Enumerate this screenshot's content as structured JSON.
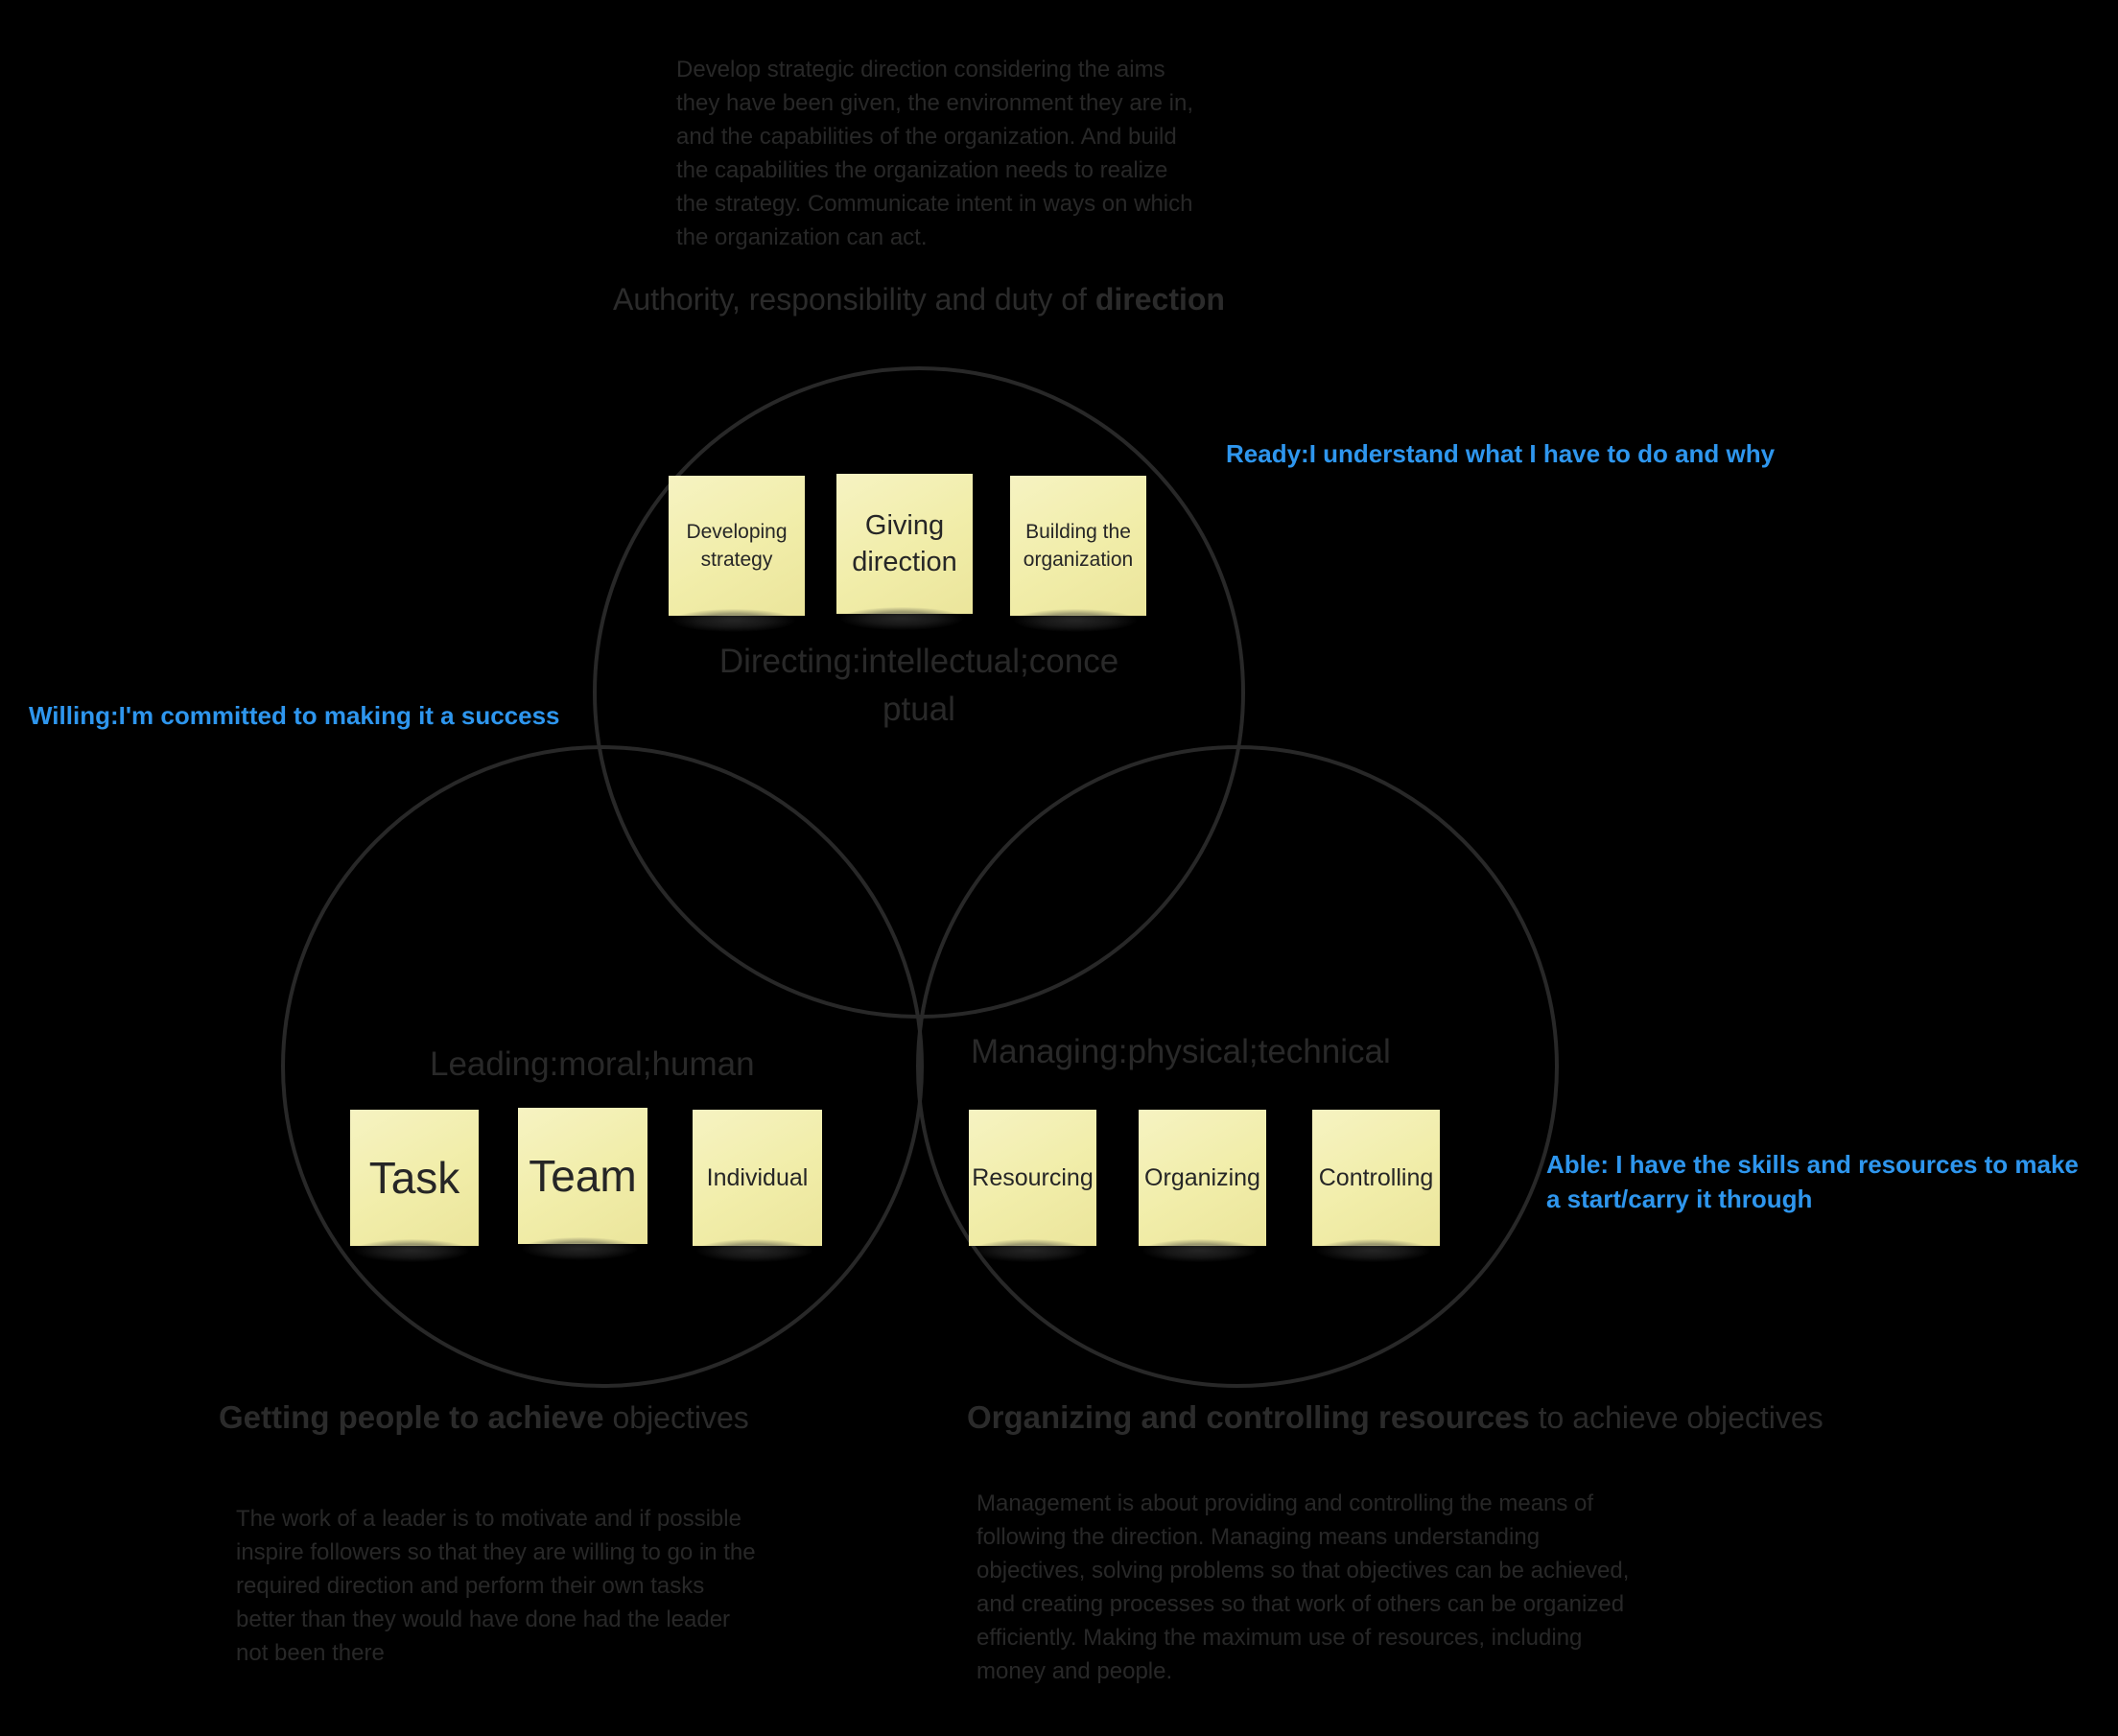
{
  "colors": {
    "background": "#000000",
    "gray_text": "#282828",
    "blue_annotation": "#2e96ee",
    "note_background": "#f1eda9",
    "circle_stroke": "#282828"
  },
  "directing_section": {
    "description": "Develop strategic direction considering the aims they have been given, the environment they are in, and the capabilities of the organization. And build the capabilities the organization needs to realize the strategy. Communicate intent in ways on which the organization can act.",
    "title_normal": "Authority, responsibility and duty of ",
    "title_bold": "direction",
    "circle_label_line1": "Directing:intellectual;conce",
    "circle_label_line2": "ptual",
    "notes": [
      {
        "label": "Developing strategy"
      },
      {
        "label": "Giving direction"
      },
      {
        "label": "Building the organization"
      }
    ]
  },
  "leading_section": {
    "circle_label": "Leading:moral;human",
    "title_bold": "Getting people to achieve",
    "title_normal": " objectives",
    "description": "The work of a leader is to motivate and if possible inspire followers so that they are willing to go in the required direction and perform their own tasks better than they would have done had the leader not been there",
    "notes": [
      {
        "label": "Task"
      },
      {
        "label": "Team"
      },
      {
        "label": "Individual"
      }
    ]
  },
  "managing_section": {
    "circle_label": "Managing:physical;technical",
    "title_bold": "Organizing and controlling resources",
    "title_normal": " to achieve objectives",
    "description": "Management is about providing and controlling the means of following the direction. Managing means understanding objectives, solving problems so that objectives can be achieved, and creating processes so that work of others can be organized efficiently. Making the maximum use of resources, including money and people.",
    "notes": [
      {
        "label": "Resourcing"
      },
      {
        "label": "Organizing"
      },
      {
        "label": "Controlling"
      }
    ]
  },
  "annotations": {
    "ready": "Ready:I understand what I have to do and why",
    "willing": "Willing:I'm committed to making it a success",
    "able_line1": "Able: I have the skills and resources to make",
    "able_line2": "a start/carry it through"
  }
}
